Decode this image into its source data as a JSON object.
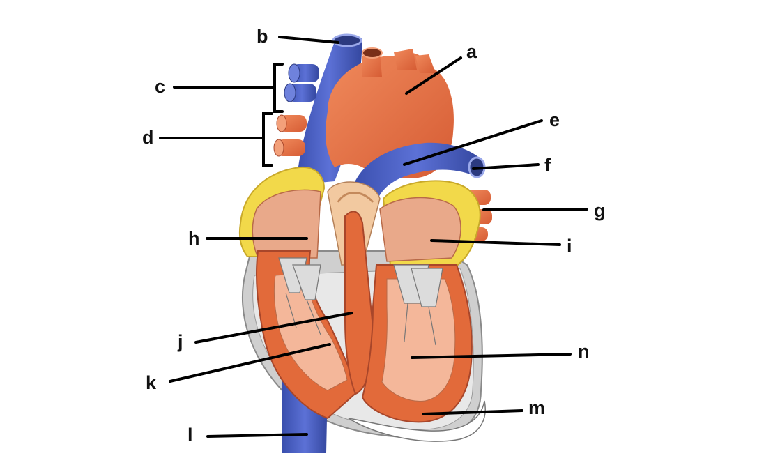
{
  "labels": {
    "a": "a",
    "b": "b",
    "c": "c",
    "d": "d",
    "e": "e",
    "f": "f",
    "g": "g",
    "h": "h",
    "i": "i",
    "j": "j",
    "k": "k",
    "l": "l",
    "m": "m",
    "n": "n"
  },
  "colors": {
    "vein_blue": "#4a5fc4",
    "artery_red": "#e0704a",
    "muscle": "#e26a3a",
    "fat_yellow": "#f2d94a",
    "background": "#ffffff"
  }
}
